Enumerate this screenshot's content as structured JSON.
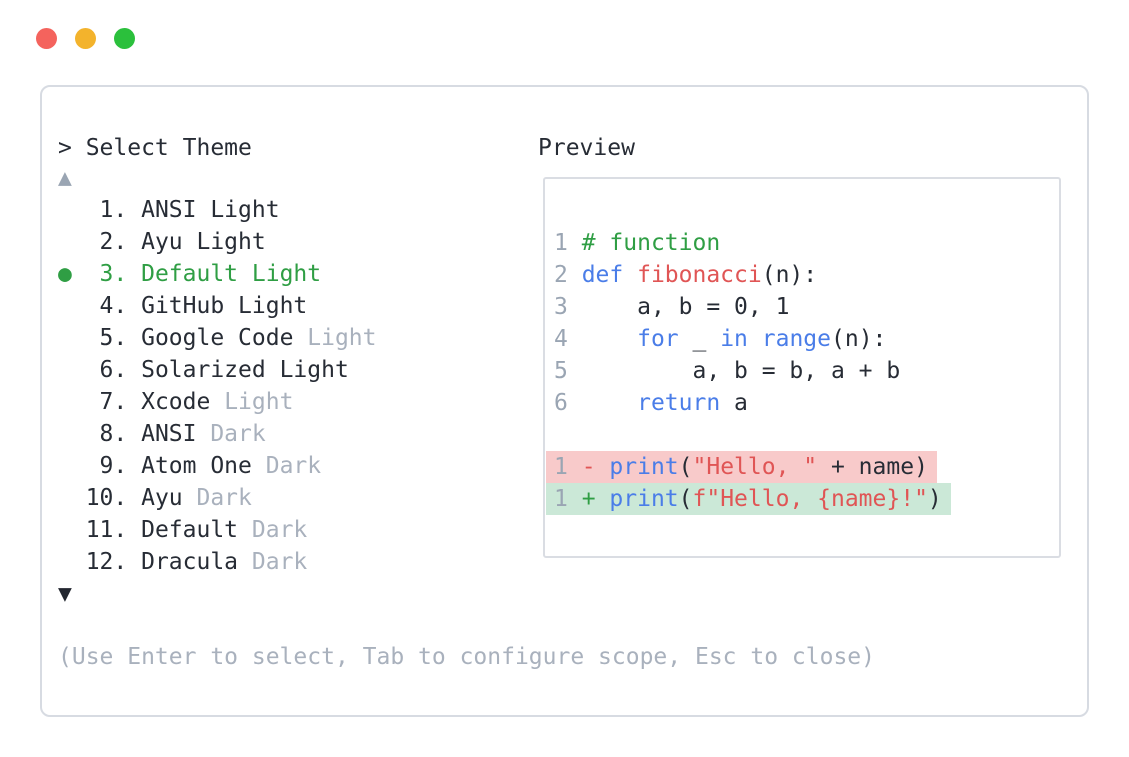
{
  "window": {
    "controls": [
      {
        "name": "close-button",
        "color": "#f4635d"
      },
      {
        "name": "minimize-button",
        "color": "#f3b32c"
      },
      {
        "name": "maximize-button",
        "color": "#2bc03c"
      }
    ]
  },
  "theme_picker": {
    "prompt": "> Select Theme",
    "up_arrow_icon": "▲",
    "down_arrow_icon": "▼",
    "selected_indicator": "●",
    "items": [
      {
        "number": 1,
        "name": "ANSI Light",
        "dim_suffix": "",
        "selected": false
      },
      {
        "number": 2,
        "name": "Ayu Light",
        "dim_suffix": "",
        "selected": false
      },
      {
        "number": 3,
        "name": "Default Light",
        "dim_suffix": "",
        "selected": true
      },
      {
        "number": 4,
        "name": "GitHub Light",
        "dim_suffix": "",
        "selected": false
      },
      {
        "number": 5,
        "name": "Google Code",
        "dim_suffix": "Light",
        "selected": false
      },
      {
        "number": 6,
        "name": "Solarized Light",
        "dim_suffix": "",
        "selected": false
      },
      {
        "number": 7,
        "name": "Xcode",
        "dim_suffix": "Light",
        "selected": false
      },
      {
        "number": 8,
        "name": "ANSI",
        "dim_suffix": "Dark",
        "selected": false
      },
      {
        "number": 9,
        "name": "Atom One",
        "dim_suffix": "Dark",
        "selected": false
      },
      {
        "number": 10,
        "name": "Ayu",
        "dim_suffix": "Dark",
        "selected": false
      },
      {
        "number": 11,
        "name": "Default",
        "dim_suffix": "Dark",
        "selected": false
      },
      {
        "number": 12,
        "name": "Dracula",
        "dim_suffix": "Dark",
        "selected": false
      }
    ],
    "help": "(Use Enter to select, Tab to configure scope, Esc to close)"
  },
  "preview": {
    "label": "Preview",
    "code_lines": [
      {
        "num": "1",
        "diff": "",
        "tokens": [
          {
            "t": "# function",
            "c": "comment"
          }
        ]
      },
      {
        "num": "2",
        "diff": "",
        "tokens": [
          {
            "t": "def ",
            "c": "keyword"
          },
          {
            "t": "fibonacci",
            "c": "function"
          },
          {
            "t": "(n):",
            "c": "plain"
          }
        ]
      },
      {
        "num": "3",
        "diff": "",
        "tokens": [
          {
            "t": "    a, b = 0, 1",
            "c": "plain"
          }
        ]
      },
      {
        "num": "4",
        "diff": "",
        "tokens": [
          {
            "t": "    ",
            "c": "plain"
          },
          {
            "t": "for",
            "c": "keyword"
          },
          {
            "t": " _ ",
            "c": "plain"
          },
          {
            "t": "in",
            "c": "keyword"
          },
          {
            "t": " ",
            "c": "plain"
          },
          {
            "t": "range",
            "c": "keyword"
          },
          {
            "t": "(n):",
            "c": "plain"
          }
        ]
      },
      {
        "num": "5",
        "diff": "",
        "tokens": [
          {
            "t": "        a, b = b, a + b",
            "c": "plain"
          }
        ]
      },
      {
        "num": "6",
        "diff": "",
        "tokens": [
          {
            "t": "    ",
            "c": "plain"
          },
          {
            "t": "return",
            "c": "keyword"
          },
          {
            "t": " a",
            "c": "plain"
          }
        ]
      },
      {
        "num": "",
        "diff": "",
        "tokens": []
      },
      {
        "num": "1",
        "diff": "removed",
        "tokens": [
          {
            "t": "- ",
            "c": "minus"
          },
          {
            "t": "print",
            "c": "keyword"
          },
          {
            "t": "(",
            "c": "plain"
          },
          {
            "t": "\"Hello, \"",
            "c": "string"
          },
          {
            "t": " + name)",
            "c": "plain"
          }
        ]
      },
      {
        "num": "1",
        "diff": "added",
        "tokens": [
          {
            "t": "+ ",
            "c": "plus"
          },
          {
            "t": "print",
            "c": "keyword"
          },
          {
            "t": "(",
            "c": "plain"
          },
          {
            "t": "f\"Hello, {name}!\"",
            "c": "string"
          },
          {
            "t": ")",
            "c": "plain"
          }
        ]
      }
    ]
  },
  "colors": {
    "text": "#272c35",
    "dim_text": "#a9b1bd",
    "selected_green": "#2f9e44",
    "keyword_blue": "#4a7de8",
    "string_red": "#e05555",
    "comment_green": "#2f9e44",
    "line_number_gray": "#9aa5b3",
    "removed_bg": "#f8caca",
    "added_bg": "#cbe8d7",
    "panel_border": "#d7dbe2"
  }
}
